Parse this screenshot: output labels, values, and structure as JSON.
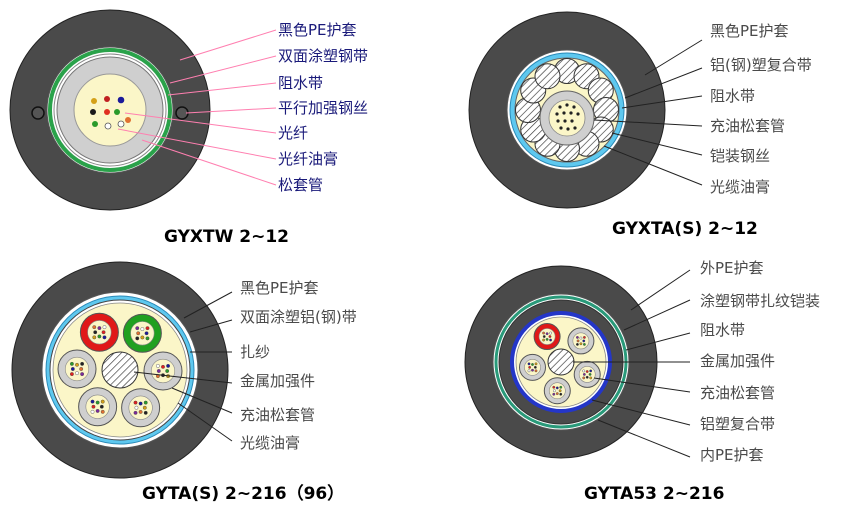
{
  "colors": {
    "label_navy": "#1a1a7a",
    "label_gray": "#4a4a4a",
    "leader_pink": "#ff7fb0",
    "leader_black": "#222222",
    "jacket": "#4a4a4a",
    "water_block": "#5ec8ef",
    "gel": "#fbf6c8",
    "tube_gray": "#cfcfcf",
    "tube_red": "#e01818",
    "tube_green": "#20a020",
    "inner_blue": "#2436c8"
  },
  "diagrams": [
    {
      "title": "GYXTW  2~12",
      "labels": [
        "黑色PE护套",
        "双面涂塑钢带",
        "阻水带",
        "平行加强钢丝",
        "光纤",
        "光纤油膏",
        "松套管"
      ]
    },
    {
      "title": "GYXTA(S)  2~12",
      "labels": [
        "黑色PE护套",
        "铝(钢)塑复合带",
        "阻水带",
        "充油松套管",
        "铠装钢丝",
        "光缆油膏"
      ]
    },
    {
      "title": "GYTA(S)  2~216（96）",
      "labels": [
        "黑色PE护套",
        "双面涂塑铝(钢)带",
        "扎纱",
        "金属加强件",
        "充油松套管",
        "光缆油膏"
      ]
    },
    {
      "title": "GYTA53  2~216",
      "labels": [
        "外PE护套",
        "涂塑钢带扎纹铠装",
        "阻水带",
        "金属加强件",
        "充油松套管",
        "铝塑复合带",
        "内PE护套"
      ]
    }
  ]
}
